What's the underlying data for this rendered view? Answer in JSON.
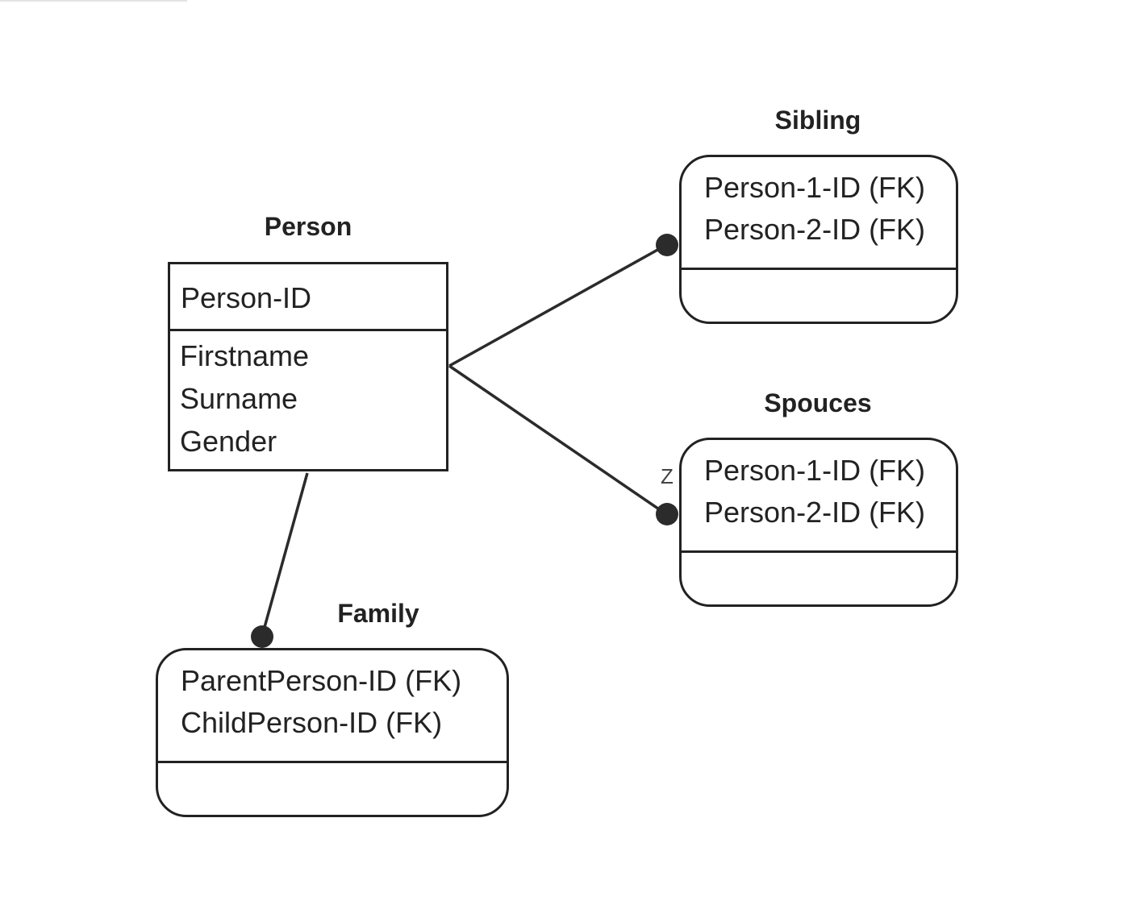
{
  "entities": {
    "person": {
      "title": "Person",
      "key_attributes": [
        "Person-ID"
      ],
      "attributes": [
        "Firstname",
        "Surname",
        "Gender"
      ]
    },
    "sibling": {
      "title": "Sibling",
      "key_attributes": [
        "Person-1-ID (FK)",
        "Person-2-ID (FK)"
      ],
      "attributes": []
    },
    "spouces": {
      "title": "Spouces",
      "key_attributes": [
        "Person-1-ID (FK)",
        "Person-2-ID (FK)"
      ],
      "attributes": []
    },
    "family": {
      "title": "Family",
      "key_attributes": [
        "ParentPerson-ID (FK)",
        "ChildPerson-ID (FK)"
      ],
      "attributes": []
    }
  },
  "relationships": [
    {
      "from": "Person",
      "to": "Sibling",
      "end_marker": "filled-dot"
    },
    {
      "from": "Person",
      "to": "Spouces",
      "end_marker": "filled-dot",
      "label": "Z"
    },
    {
      "from": "Person",
      "to": "Family",
      "end_marker": "filled-dot"
    }
  ],
  "colors": {
    "stroke": "#222222",
    "background": "#ffffff"
  }
}
